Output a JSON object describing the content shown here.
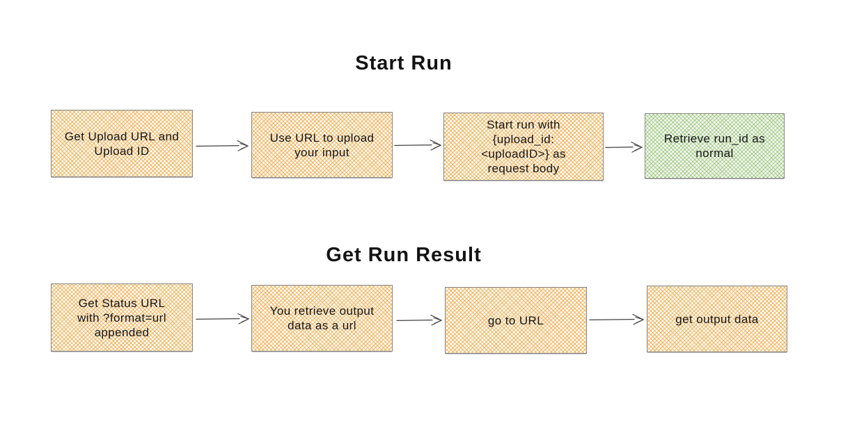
{
  "canvas": {
    "background": "#ffffff",
    "text_color": "#161616",
    "arrow_color": "#404040",
    "box_border_color": "#868686",
    "orange_hatch_color": "#e6a037",
    "green_hatch_color": "#7db455"
  },
  "sections": [
    {
      "title": "Start Run",
      "nodes": [
        {
          "id": "get-upload-url-and-id",
          "text": "Get Upload URL and\nUpload ID",
          "fill": "orange"
        },
        {
          "id": "use-url-to-upload",
          "text": "Use URL to upload\nyour input",
          "fill": "orange"
        },
        {
          "id": "start-run-with-body",
          "text": "Start run with\n{upload_id:\n<uploadID>} as\nrequest body",
          "fill": "orange"
        },
        {
          "id": "retrieve-run-id",
          "text": "Retrieve run_id as\nnormal",
          "fill": "green"
        }
      ],
      "edges": [
        {
          "from": "get-upload-url-and-id",
          "to": "use-url-to-upload"
        },
        {
          "from": "use-url-to-upload",
          "to": "start-run-with-body"
        },
        {
          "from": "start-run-with-body",
          "to": "retrieve-run-id"
        }
      ]
    },
    {
      "title": "Get Run Result",
      "nodes": [
        {
          "id": "get-status-url",
          "text": "Get Status URL\nwith ?format=url\nappended",
          "fill": "orange"
        },
        {
          "id": "retrieve-output-url",
          "text": "You retrieve output\ndata as a url",
          "fill": "orange"
        },
        {
          "id": "go-to-url",
          "text": "go to URL",
          "fill": "orange"
        },
        {
          "id": "get-output-data",
          "text": "get output data",
          "fill": "orange"
        }
      ],
      "edges": [
        {
          "from": "get-status-url",
          "to": "retrieve-output-url"
        },
        {
          "from": "retrieve-output-url",
          "to": "go-to-url"
        },
        {
          "from": "go-to-url",
          "to": "get-output-data"
        }
      ]
    }
  ]
}
